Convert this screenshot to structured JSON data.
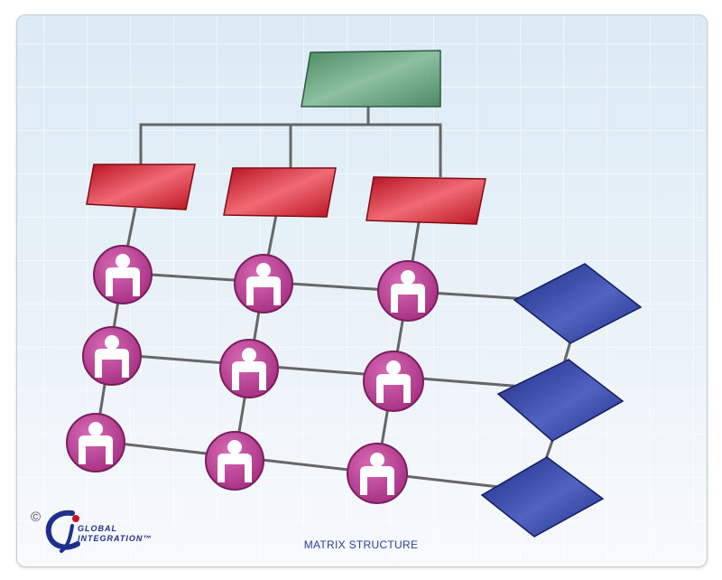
{
  "diagram": {
    "caption": "MATRIX STRUCTURE",
    "copyright": "©",
    "logo": {
      "line1": "GLOBAL",
      "line2": "INTEGRATION™"
    },
    "colors": {
      "top_box": "#5f9e78",
      "manager_box": "#cf2a38",
      "person_circle": "#c2489a",
      "diamond": "#2f3f9c",
      "connector": "#666666"
    }
  }
}
